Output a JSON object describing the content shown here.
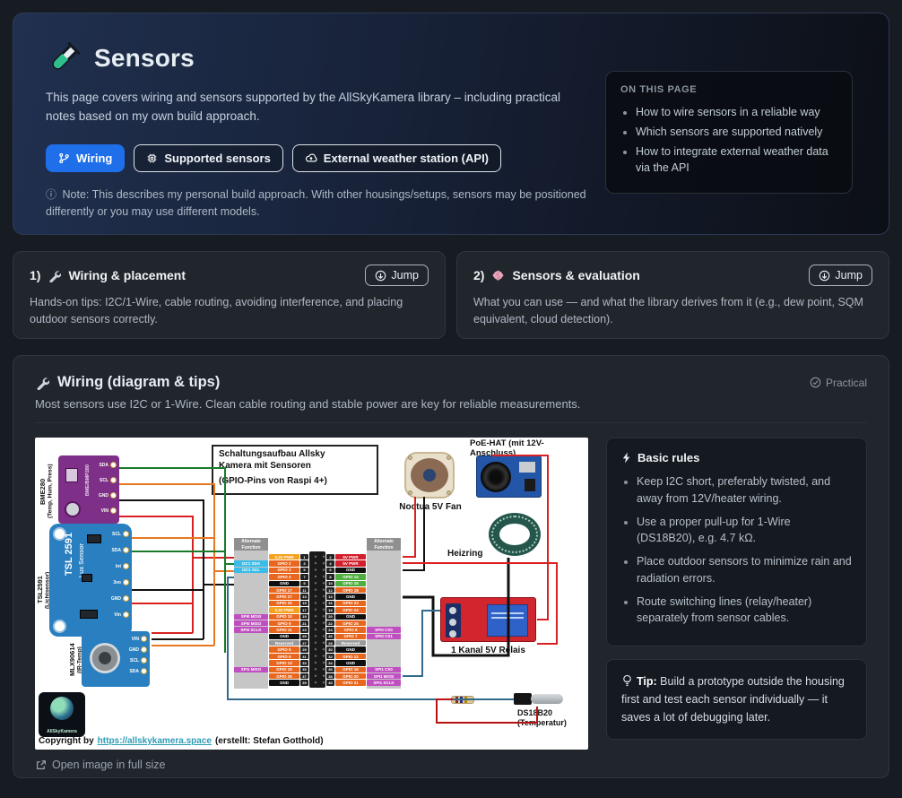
{
  "accent": "#1f6feb",
  "header": {
    "title": "Sensors",
    "description": "This page covers wiring and sensors supported by the AllSkyKamera library – including practical notes based on my own build approach.",
    "tabs": [
      {
        "label": "Wiring"
      },
      {
        "label": "Supported sensors"
      },
      {
        "label": "External weather station (API)"
      }
    ],
    "note": "Note: This describes my personal build approach. With other housings/setups, sensors may be positioned differently or you may use different models.",
    "on_this_page": {
      "title": "ON THIS PAGE",
      "items": [
        "How to wire sensors in a reliable way",
        "Which sensors are supported natively",
        "How to integrate external weather data via the API"
      ]
    }
  },
  "cards": [
    {
      "number": "1)",
      "title": "Wiring & placement",
      "jump": "Jump",
      "description": "Hands-on tips: I2C/1-Wire, cable routing, avoiding interference, and placing outdoor sensors correctly."
    },
    {
      "number": "2)",
      "title": "Sensors & evaluation",
      "jump": "Jump",
      "description": "What you can use — and what the library derives from it (e.g., dew point, SQM equivalent, cloud detection)."
    }
  ],
  "wiring": {
    "title": "Wiring (diagram & tips)",
    "badge": "Practical",
    "subtitle": "Most sensors use I2C or 1-Wire. Clean cable routing and stable power are key for reliable measurements.",
    "open_full": "Open image in full size",
    "rules_title": "Basic rules",
    "rules": [
      "Keep I2C short, preferably twisted, and away from 12V/heater wiring.",
      "Use a proper pull-up for 1-Wire (DS18B20), e.g. 4.7 kΩ.",
      "Place outdoor sensors to minimize rain and radiation errors.",
      "Route switching lines (relay/heater) separately from sensor cables."
    ],
    "tip_label": "Tip:",
    "tip_text": "Build a prototype outside the housing first and test each sensor individually — it saves a lot of debugging later."
  },
  "diagram": {
    "title1": "Schaltungsaufbau Allsky",
    "title2": "Kamera mit Sensoren",
    "title3": "(GPIO-Pins von Raspi 4+)",
    "alt_header": "Alternate Function",
    "bme280": {
      "name": "BME280",
      "sub": "(Temp, Hum, Press)",
      "board": "BME/BMP280",
      "pins": [
        "SDA",
        "SCL",
        "GND",
        "VIN"
      ]
    },
    "tsl2591": {
      "name": "TSL2591",
      "sub": "(Lichtsensor)",
      "board_name": "TSL 2591",
      "board_sub": "Lux Sensor",
      "pins": [
        "SCL",
        "SDA",
        "Int",
        "3vo",
        "GND",
        "Vin"
      ]
    },
    "mlx90614": {
      "name": "MLX90614",
      "sub": "(IR-Temp)",
      "pins": [
        "VIN",
        "GND",
        "SCL",
        "SDA"
      ]
    },
    "fan_label": "Noctua 5V Fan",
    "poe_label": "PoE-HAT (mit 12V-Anschluss)",
    "heater_label": "Heizring",
    "relay_label": "1 Kanal 5V Relais",
    "ds_name": "DS18B20",
    "ds_sub": "(Temperatur)",
    "logo_label": "AllSkyKamera",
    "copyright_prefix": "Copyright by",
    "copyright_link": "https://allskykamera.space",
    "copyright_suffix": "(erstellt: Stefan Gotthold)",
    "gpio_left": [
      {
        "n": "1",
        "l": "3.3V PWR",
        "c": "pwr33",
        "a": "",
        "ac": ""
      },
      {
        "n": "3",
        "l": "GPIO 2",
        "c": "gpio",
        "a": "I2C1 SDA",
        "ac": "i2c"
      },
      {
        "n": "5",
        "l": "GPIO 3",
        "c": "gpio",
        "a": "I2C1 SCL",
        "ac": "i2c"
      },
      {
        "n": "7",
        "l": "GPIO 4",
        "c": "gpio",
        "a": "",
        "ac": ""
      },
      {
        "n": "9",
        "l": "GND",
        "c": "gnd",
        "a": "",
        "ac": ""
      },
      {
        "n": "11",
        "l": "GPIO 17",
        "c": "gpio",
        "a": "",
        "ac": ""
      },
      {
        "n": "13",
        "l": "GPIO 27",
        "c": "gpio",
        "a": "",
        "ac": ""
      },
      {
        "n": "15",
        "l": "GPIO 22",
        "c": "gpio",
        "a": "",
        "ac": ""
      },
      {
        "n": "17",
        "l": "3.3V PWR",
        "c": "pwr33",
        "a": "",
        "ac": ""
      },
      {
        "n": "19",
        "l": "GPIO 10",
        "c": "gpio",
        "a": "SPI0 MOSI",
        "ac": "spi"
      },
      {
        "n": "21",
        "l": "GPIO 9",
        "c": "gpio",
        "a": "SPI0 MISO",
        "ac": "spi"
      },
      {
        "n": "23",
        "l": "GPIO 11",
        "c": "gpio",
        "a": "SPI0 SCLK",
        "ac": "spi"
      },
      {
        "n": "25",
        "l": "GND",
        "c": "gnd",
        "a": "",
        "ac": ""
      },
      {
        "n": "27",
        "l": "Reserved",
        "c": "res",
        "a": "",
        "ac": ""
      },
      {
        "n": "29",
        "l": "GPIO 5",
        "c": "gpio",
        "a": "",
        "ac": ""
      },
      {
        "n": "31",
        "l": "GPIO 6",
        "c": "gpio",
        "a": "",
        "ac": ""
      },
      {
        "n": "33",
        "l": "GPIO 13",
        "c": "gpio",
        "a": "",
        "ac": ""
      },
      {
        "n": "35",
        "l": "GPIO 19",
        "c": "gpio",
        "a": "SPI1 MISO",
        "ac": "spi"
      },
      {
        "n": "37",
        "l": "GPIO 26",
        "c": "gpio",
        "a": "",
        "ac": ""
      },
      {
        "n": "39",
        "l": "GND",
        "c": "gnd",
        "a": "",
        "ac": ""
      }
    ],
    "gpio_right": [
      {
        "n": "2",
        "l": "5V PWR",
        "c": "pwr5",
        "a": "",
        "ac": ""
      },
      {
        "n": "4",
        "l": "5V PWR",
        "c": "pwr5",
        "a": "",
        "ac": ""
      },
      {
        "n": "6",
        "l": "GND",
        "c": "gnd",
        "a": "",
        "ac": ""
      },
      {
        "n": "8",
        "l": "GPIO 14",
        "c": "uart",
        "a": "",
        "ac": ""
      },
      {
        "n": "10",
        "l": "GPIO 15",
        "c": "uart",
        "a": "",
        "ac": ""
      },
      {
        "n": "12",
        "l": "GPIO 18",
        "c": "gpio",
        "a": "",
        "ac": ""
      },
      {
        "n": "14",
        "l": "GND",
        "c": "gnd",
        "a": "",
        "ac": ""
      },
      {
        "n": "16",
        "l": "GPIO 23",
        "c": "gpio",
        "a": "",
        "ac": ""
      },
      {
        "n": "18",
        "l": "GPIO 24",
        "c": "gpio",
        "a": "",
        "ac": ""
      },
      {
        "n": "20",
        "l": "GND",
        "c": "gnd",
        "a": "",
        "ac": ""
      },
      {
        "n": "22",
        "l": "GPIO 25",
        "c": "gpio",
        "a": "",
        "ac": ""
      },
      {
        "n": "24",
        "l": "GPIO 8",
        "c": "gpio",
        "a": "SPI0 CS0",
        "ac": "spi"
      },
      {
        "n": "26",
        "l": "GPIO 7",
        "c": "gpio",
        "a": "SPI0 CS1",
        "ac": "spi"
      },
      {
        "n": "28",
        "l": "Reserved",
        "c": "res",
        "a": "",
        "ac": ""
      },
      {
        "n": "30",
        "l": "GND",
        "c": "gnd",
        "a": "",
        "ac": ""
      },
      {
        "n": "32",
        "l": "GPIO 12",
        "c": "gpio",
        "a": "",
        "ac": ""
      },
      {
        "n": "34",
        "l": "GND",
        "c": "gnd",
        "a": "",
        "ac": ""
      },
      {
        "n": "36",
        "l": "GPIO 16",
        "c": "gpio",
        "a": "SPI1 CS0",
        "ac": "spi"
      },
      {
        "n": "38",
        "l": "GPIO 20",
        "c": "gpio",
        "a": "SPI1 MOSI",
        "ac": "spi"
      },
      {
        "n": "40",
        "l": "GPIO 21",
        "c": "gpio",
        "a": "SPI1 SCLK",
        "ac": "spi"
      }
    ]
  }
}
